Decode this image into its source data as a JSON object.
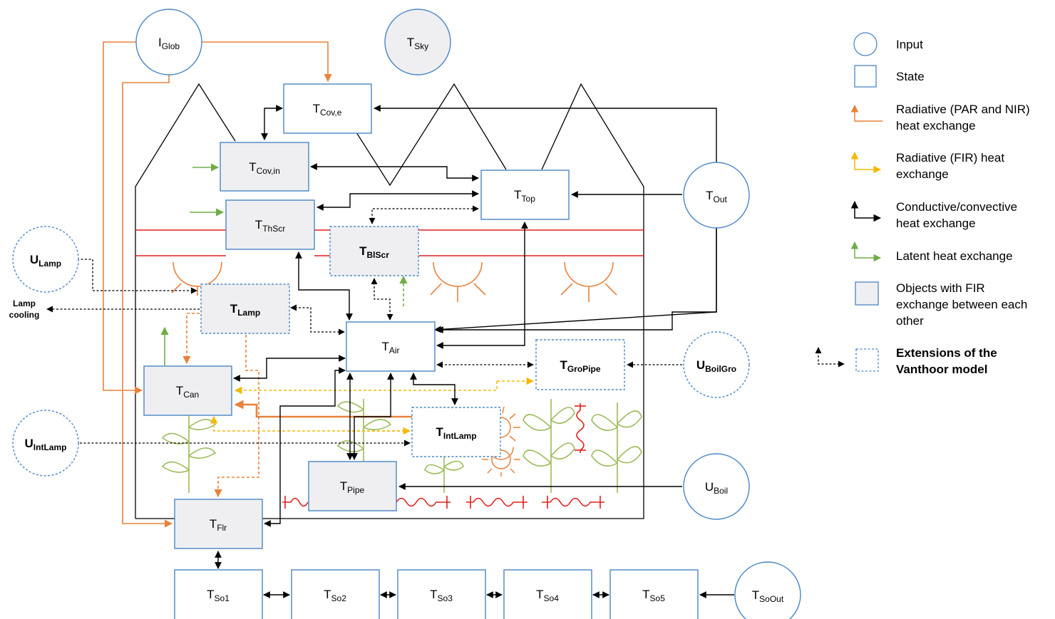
{
  "nodes": {
    "iglob": {
      "main": "I",
      "sub": "Glob"
    },
    "tsky": {
      "main": "T",
      "sub": "Sky"
    },
    "tcove": {
      "main": "T",
      "sub": "Cov,e"
    },
    "tcovin": {
      "main": "T",
      "sub": "Cov,in"
    },
    "ttop": {
      "main": "T",
      "sub": "Top"
    },
    "tthscr": {
      "main": "T",
      "sub": "ThScr"
    },
    "tblscr": {
      "main": "T",
      "sub": "BlScr"
    },
    "tout": {
      "main": "T",
      "sub": "Out"
    },
    "ulamp": {
      "main": "U",
      "sub": "Lamp"
    },
    "tlamp": {
      "main": "T",
      "sub": "Lamp"
    },
    "tair": {
      "main": "T",
      "sub": "Air"
    },
    "tgropipe": {
      "main": "T",
      "sub": "GroPipe"
    },
    "uboilgro": {
      "main": "U",
      "sub": "BoilGro"
    },
    "tcan": {
      "main": "T",
      "sub": "Can"
    },
    "tintlamp": {
      "main": "T",
      "sub": "IntLamp"
    },
    "uintlamp": {
      "main": "U",
      "sub": "IntLamp"
    },
    "tpipe": {
      "main": "T",
      "sub": "Pipe"
    },
    "uboil": {
      "main": "U",
      "sub": "Boil"
    },
    "tflr": {
      "main": "T",
      "sub": "Flr"
    },
    "tso1": {
      "main": "T",
      "sub": "So1"
    },
    "tso2": {
      "main": "T",
      "sub": "So2"
    },
    "tso3": {
      "main": "T",
      "sub": "So3"
    },
    "tso4": {
      "main": "T",
      "sub": "So4"
    },
    "tso5": {
      "main": "T",
      "sub": "So5"
    },
    "tsoout": {
      "main": "T",
      "sub": "SoOut"
    }
  },
  "lamp_cooling": {
    "line1": "Lamp",
    "line2": "cooling"
  },
  "legend": {
    "input": "Input",
    "state": "State",
    "rad_par_1": "Radiative (PAR and NIR)",
    "rad_par_2": "heat exchange",
    "rad_fir_1": "Radiative (FIR) heat",
    "rad_fir_2": "exchange",
    "conv_1": "Conductive/convective",
    "conv_2": "heat exchange",
    "latent": "Latent heat exchange",
    "fir_obj_1": "Objects with FIR",
    "fir_obj_2": "exchange between each",
    "fir_obj_3": "other",
    "ext_1": "Extensions of the",
    "ext_2": "Vanthoor model"
  },
  "colors": {
    "box_border": "#4a86c5",
    "gray_fill": "#efeff1",
    "orange": "#e8823c",
    "yellow": "#f5b800",
    "green": "#70ad47",
    "red": "#e0201b",
    "plant": "#9bbb59",
    "black": "#000000"
  }
}
